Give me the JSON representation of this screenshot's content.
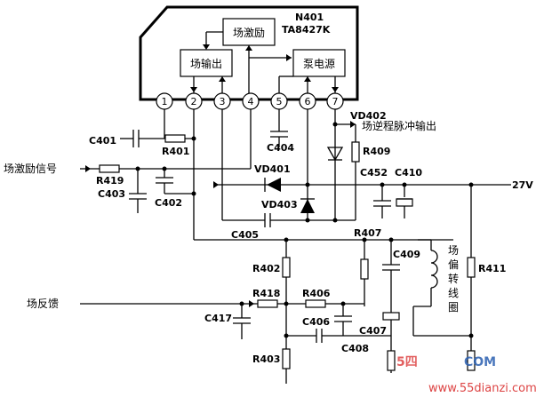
{
  "ic": {
    "name": "N401",
    "part": "TA8427K",
    "blocks": {
      "excitation": "场激励",
      "output": "场输出",
      "pump": "泵电源"
    },
    "pins": [
      "1",
      "2",
      "3",
      "4",
      "5",
      "6",
      "7"
    ]
  },
  "signals": {
    "retrace_out": "场逆程脉冲输出",
    "excitation_in": "场激励信号",
    "feedback": "场反馈",
    "supply": "27V",
    "yoke": [
      "场",
      "偏",
      "转",
      "线",
      "圈"
    ]
  },
  "components": {
    "C401": "C401",
    "R401": "R401",
    "R419": "R419",
    "C403": "C403",
    "C402": "C402",
    "C404": "C404",
    "VD401": "VD401",
    "VD402": "VD402",
    "R409": "R409",
    "C452": "C452",
    "C410": "C410",
    "VD403": "VD403",
    "C405": "C405",
    "R407": "R407",
    "C409": "C409",
    "R402": "R402",
    "R418": "R418",
    "R406": "R406",
    "R411": "R411",
    "C417": "C417",
    "C406": "C406",
    "C407": "C407",
    "C408": "C408",
    "R403": "R403"
  },
  "watermark": {
    "logo_left": "5四",
    "logo_right": "COM",
    "url": "www.55dianzi.com"
  }
}
